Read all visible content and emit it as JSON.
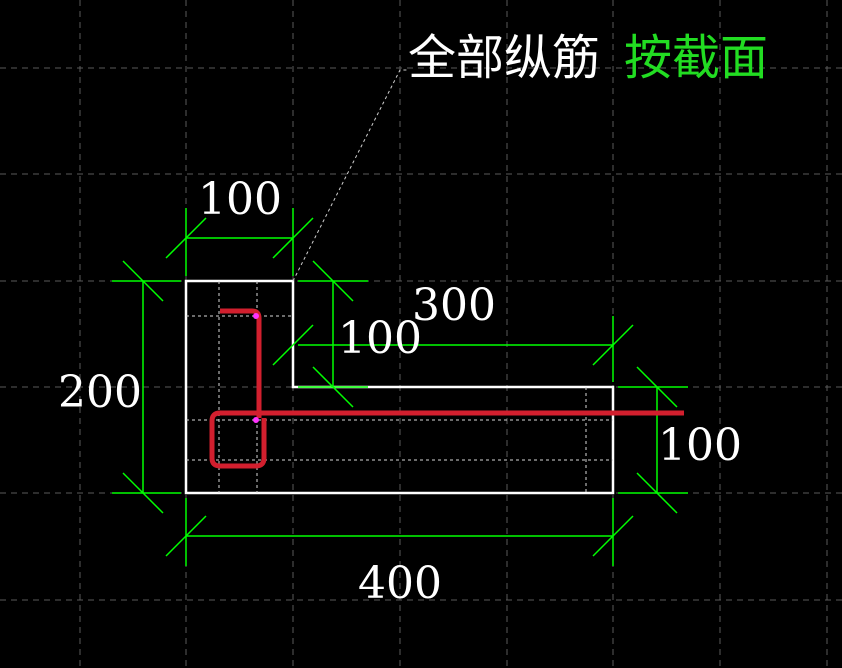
{
  "title_white": "全部纵筋",
  "title_green": "按截面",
  "dimensions": {
    "top_width": "100",
    "step_width": "300",
    "step_height": "100",
    "total_height": "200",
    "right_height": "100",
    "total_width": "400"
  },
  "colors": {
    "background": "#000000",
    "grid": "#5a5a5a",
    "outline": "#ffffff",
    "dimension": "#00ff00",
    "rebar": "#d21f2e",
    "marker": "#ff33ff",
    "highlight_text": "#22dd22"
  }
}
